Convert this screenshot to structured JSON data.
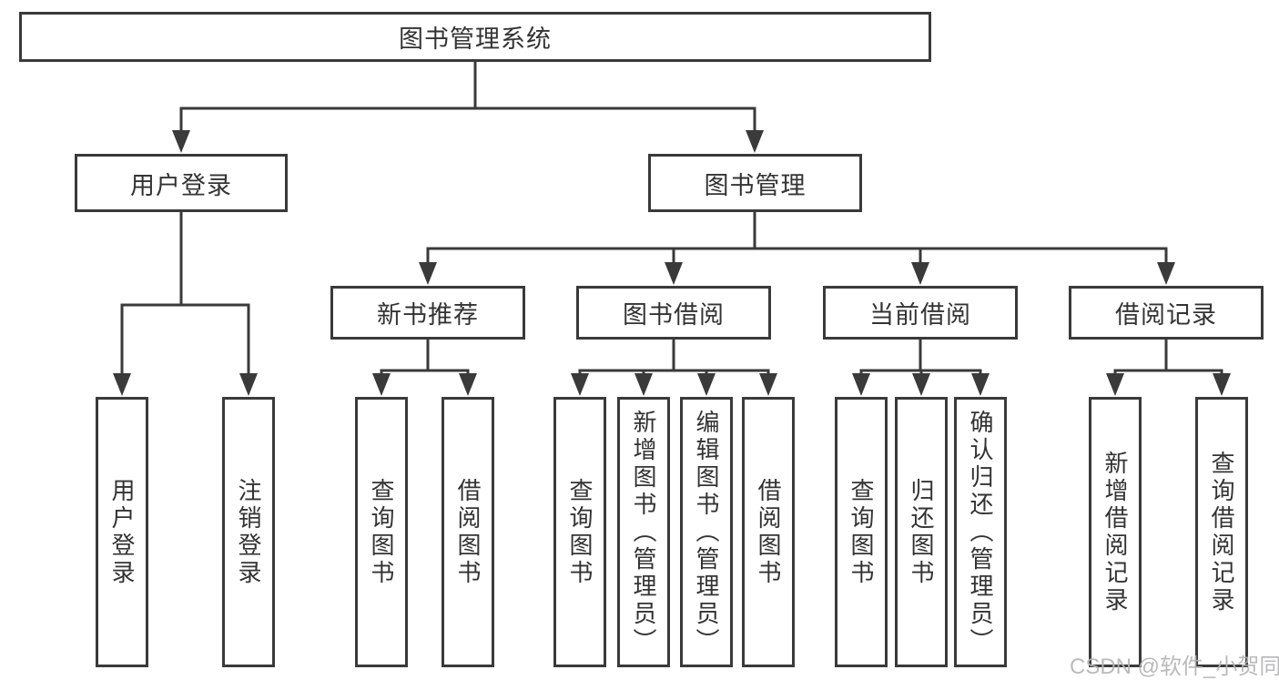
{
  "tree": {
    "label": "图书管理系统",
    "children": [
      {
        "label": "用户登录",
        "children": [
          {
            "label": "用户登录"
          },
          {
            "label": "注销登录"
          }
        ]
      },
      {
        "label": "图书管理",
        "children": [
          {
            "label": "新书推荐",
            "children": [
              {
                "label": "查询图书"
              },
              {
                "label": "借阅图书"
              }
            ]
          },
          {
            "label": "图书借阅",
            "children": [
              {
                "label": "查询图书"
              },
              {
                "label": "新增图书（管理员）"
              },
              {
                "label": "编辑图书（管理员）"
              },
              {
                "label": "借阅图书"
              }
            ]
          },
          {
            "label": "当前借阅",
            "children": [
              {
                "label": "查询图书"
              },
              {
                "label": "归还图书"
              },
              {
                "label": "确认归还（管理员）"
              }
            ]
          },
          {
            "label": "借阅记录",
            "children": [
              {
                "label": "新增借阅记录"
              },
              {
                "label": "查询借阅记录"
              }
            ]
          }
        ]
      }
    ]
  },
  "watermark": {
    "text": "CSDN @软件_小贺同学"
  },
  "colors": {
    "line": "#3a3a3a",
    "text": "#333333",
    "watermark": "#b3b3b5",
    "background": "#ffffff"
  }
}
